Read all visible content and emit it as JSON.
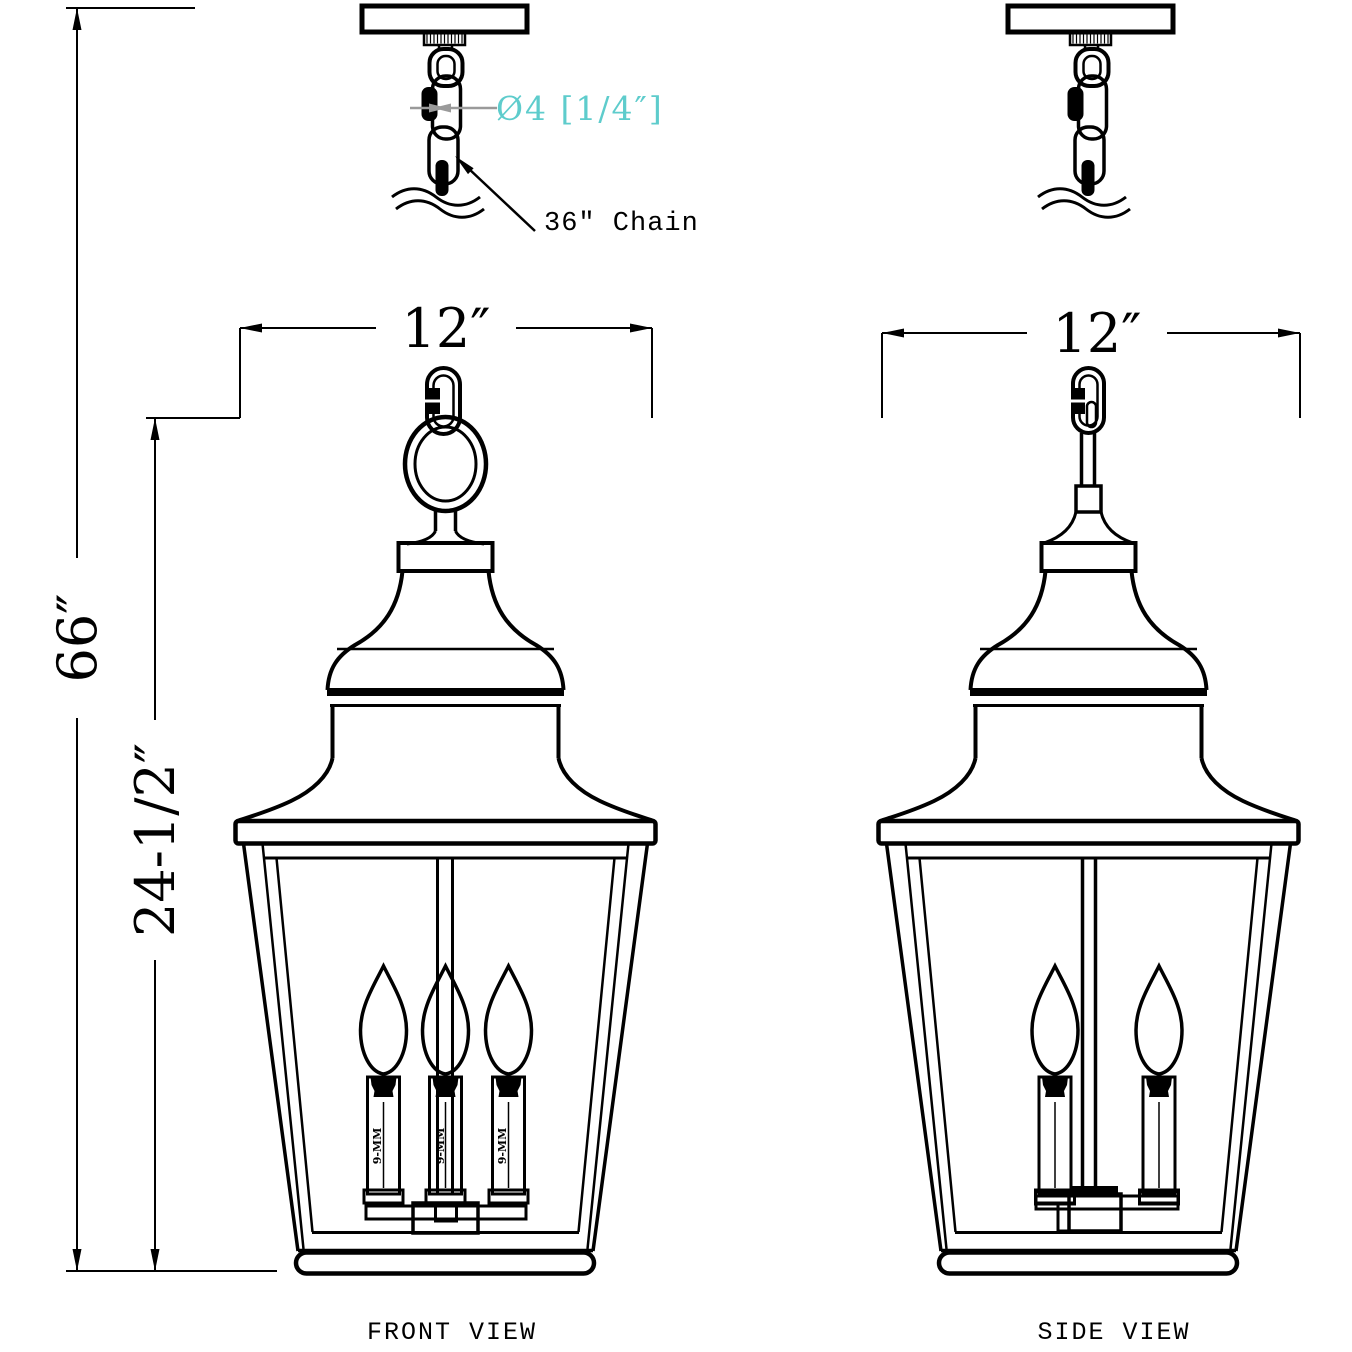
{
  "drawing_title": "pendant-lantern-technical-drawing",
  "dimensions": {
    "overall_height": "66″",
    "lantern_height": "24-1/2″",
    "front_width": "12″",
    "side_width": "12″"
  },
  "annotations": {
    "chain_diameter_label": "Ø4 [1/4″]",
    "chain_length_label": "36″ Chain",
    "candle_marking": "9-MM",
    "chain_diameter_color": "#5ecccc",
    "leader_color": "#9a9a9a",
    "line_color": "#000000",
    "background_color": "#ffffff"
  },
  "views": {
    "front_label": "FRONT VIEW",
    "side_label": "SIDE VIEW"
  }
}
